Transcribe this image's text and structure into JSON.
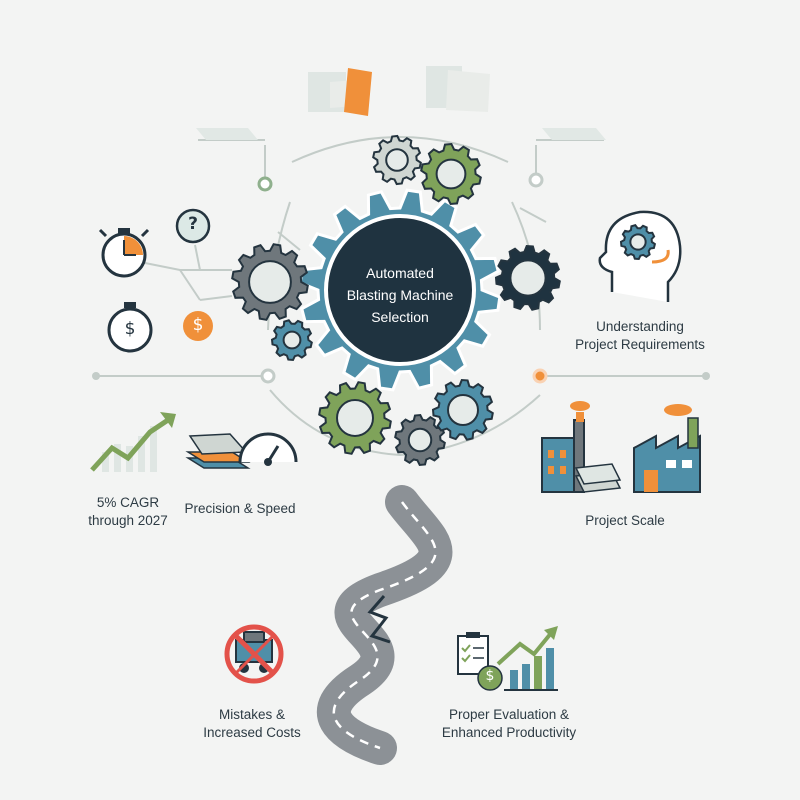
{
  "diagram": {
    "center_title": "Automated\nBlasting Machine\nSelection",
    "question_symbol": "?",
    "currency_symbol": "$",
    "labels": {
      "project_requirements": "Understanding\nProject Requirements",
      "cagr": "5% CAGR\nthrough 2027",
      "precision_speed": "Precision & Speed",
      "project_scale": "Project Scale",
      "mistakes": "Mistakes &\nIncreased Costs",
      "proper_evaluation": "Proper Evaluation &\nEnhanced Productivity"
    }
  },
  "colors": {
    "background": "#f3f4f3",
    "teal": "#4f8fa8",
    "navy": "#1f3340",
    "gray_gear": "#6f777c",
    "green": "#7fa35a",
    "orange": "#f0903a",
    "red": "#e3524a",
    "road": "#8c9196",
    "line": "#bfc9c5"
  },
  "icons": [
    "gear-icon",
    "stopwatch-icon",
    "question-icon",
    "dollar-icon",
    "head-gear-icon",
    "growth-chart-icon",
    "steel-plate-icon",
    "gauge-icon",
    "factory-icon",
    "winding-road-icon",
    "prohibited-machine-icon",
    "checklist-icon"
  ]
}
